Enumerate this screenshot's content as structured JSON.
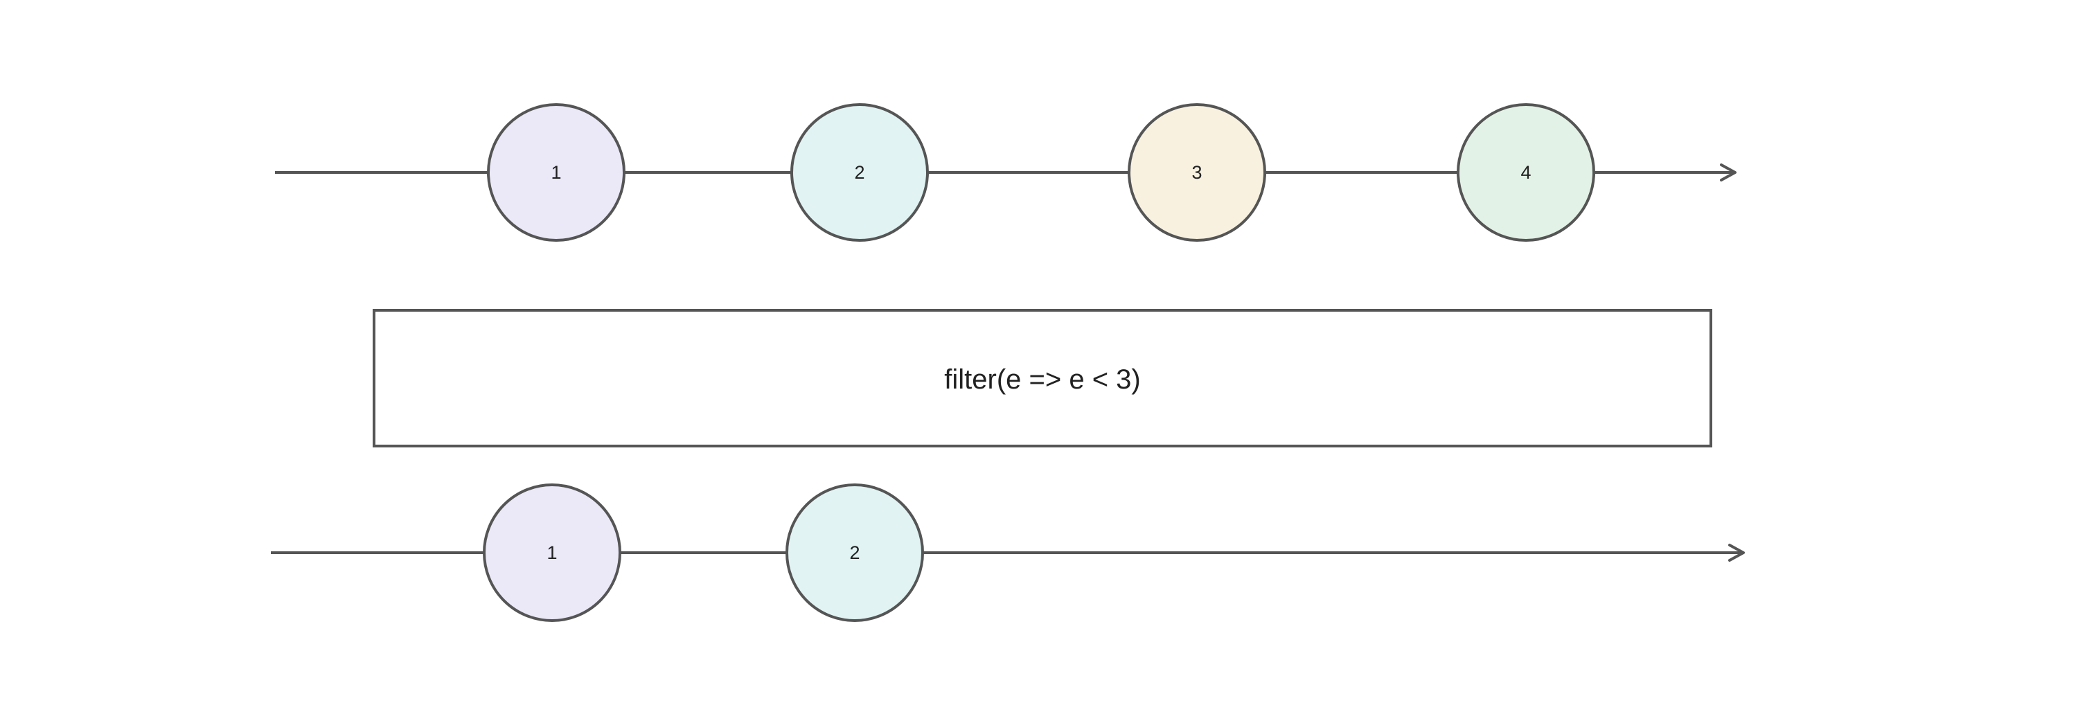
{
  "input_stream": {
    "marbles": [
      {
        "label": "1",
        "color": "#ebe8f8"
      },
      {
        "label": "2",
        "color": "#e1f3f3"
      },
      {
        "label": "3",
        "color": "#f8f1e0"
      },
      {
        "label": "4",
        "color": "#e3f2e6"
      }
    ]
  },
  "operator": {
    "label": "filter(e => e < 3)"
  },
  "output_stream": {
    "marbles": [
      {
        "label": "1",
        "color": "#ebe8f8"
      },
      {
        "label": "2",
        "color": "#e1f3f3"
      }
    ]
  },
  "colors": {
    "stroke": "#555555",
    "text": "#222222",
    "background": "#ffffff"
  }
}
